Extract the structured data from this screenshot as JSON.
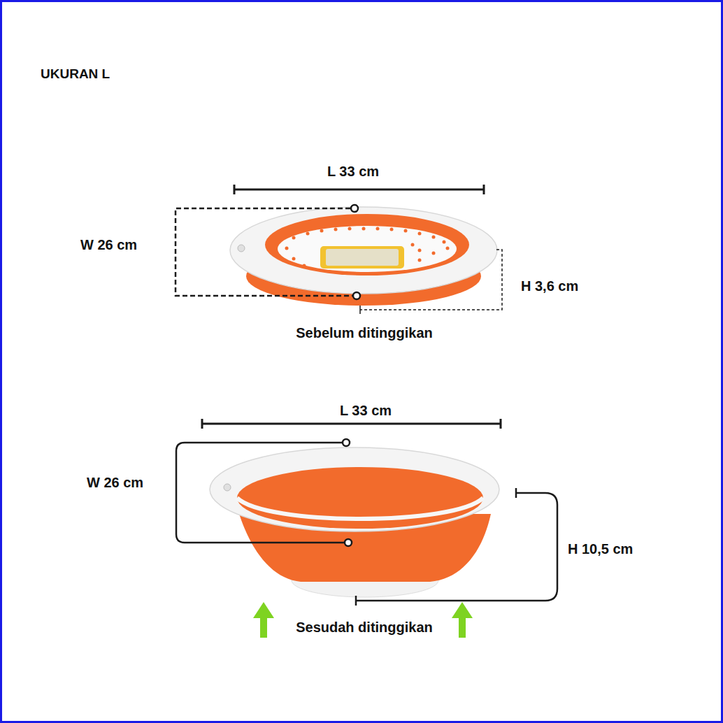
{
  "diagram": {
    "title": "UKURAN L",
    "labels": [
      "L 33 cm",
      "W 26 cm",
      "H 3,6 cm",
      "Sebelum ditinggikan",
      "L 33 cm",
      "W 26 cm",
      "H 10,5 cm",
      "Sesudah ditinggikan"
    ]
  }
}
